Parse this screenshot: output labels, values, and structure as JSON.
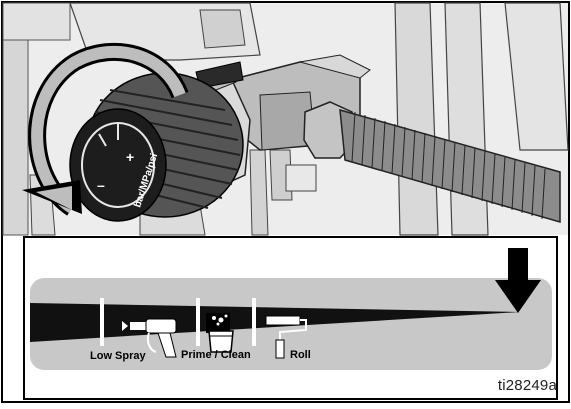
{
  "dial": {
    "plus_label": "+",
    "minus_label": "–",
    "unit_label": "bar/MPa/psi"
  },
  "control_strip": {
    "low_spray_label": "Low Spray",
    "prime_clean_label": "Prime / Clean",
    "roll_label": "Roll"
  },
  "figure_reference": "ti28249a",
  "icons": [
    "rotation-arrow-icon",
    "down-arrow-icon",
    "spray-gun-icon",
    "bucket-icon",
    "paint-roller-icon"
  ],
  "colors": {
    "background": "#ffffff",
    "line": "#000000",
    "strip": "#c8c8c8",
    "wedge": "#111111"
  }
}
